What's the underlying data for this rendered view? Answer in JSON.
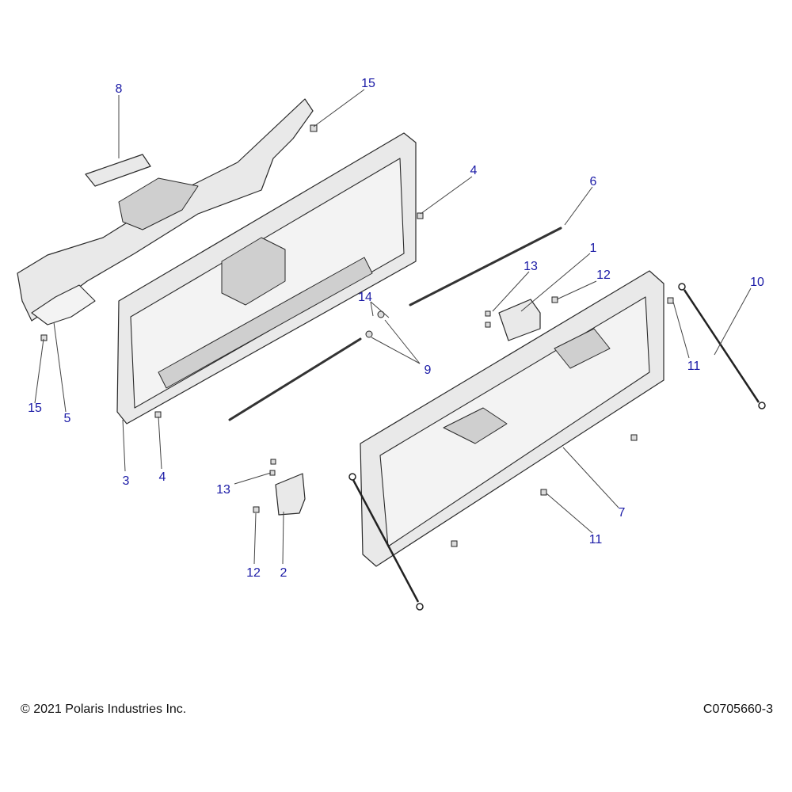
{
  "footer": {
    "copyright": "© 2021 Polaris Industries Inc.",
    "drawing_number": "C0705660-3"
  },
  "callouts": {
    "c1": "1",
    "c2": "2",
    "c3": "3",
    "c4_top": "4",
    "c4_bottom": "4",
    "c5": "5",
    "c6": "6",
    "c7": "7",
    "c8": "8",
    "c9": "9",
    "c10": "10",
    "c11_right": "11",
    "c11_bottom": "11",
    "c12_top": "12",
    "c12_bottom": "12",
    "c13_top": "13",
    "c13_bottom": "13",
    "c14": "14",
    "c15_top": "15",
    "c15_left": "15"
  },
  "colors": {
    "callout_text": "#1a1aa6",
    "line_art": "#2a2a2a",
    "part_fill": "#e9e9e9"
  }
}
